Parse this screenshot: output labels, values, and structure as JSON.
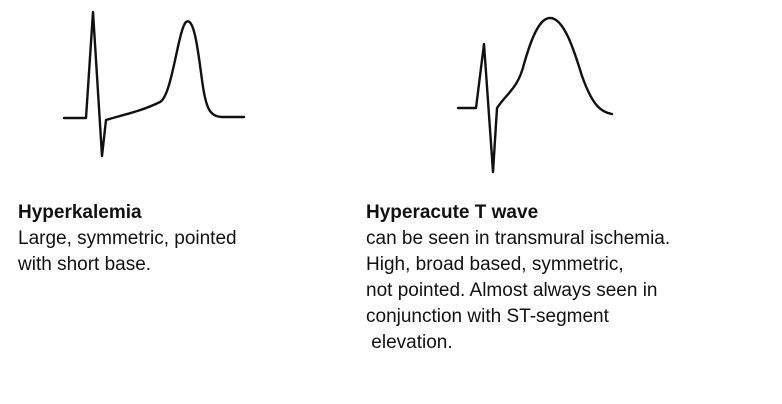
{
  "panels": {
    "hyperkalemia": {
      "title": "Hyperkalemia",
      "lines": [
        "Large, symmetric, pointed",
        "with short base."
      ]
    },
    "hyperacute": {
      "title": "Hyperacute T wave",
      "lines": [
        "can be seen in transmural ischemia.",
        "High, broad based, symmetric,",
        "not pointed. Almost always seen in",
        "conjunction with ST-segment",
        " elevation."
      ]
    }
  }
}
